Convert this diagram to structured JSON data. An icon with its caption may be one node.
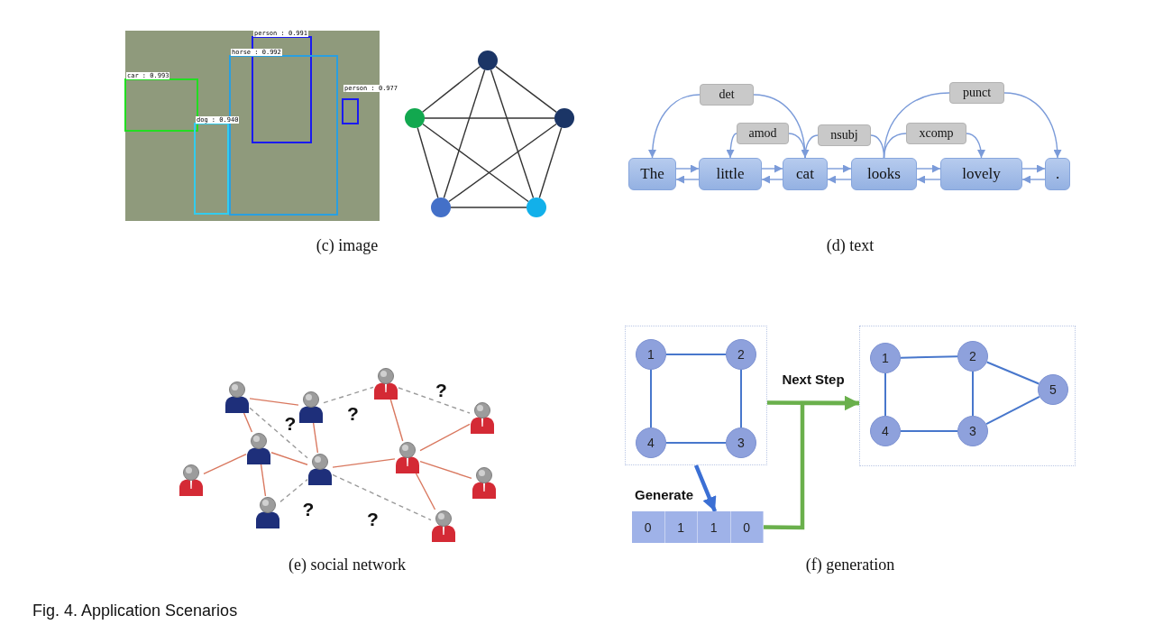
{
  "diagram": {
    "caption": "Fig. 4. Application Scenarios",
    "nodes": [
      {
        "text": [],
        "shape": "circle"
      },
      {
        "text": [],
        "shape": "circle"
      },
      {
        "text": [],
        "shape": "circle"
      },
      {
        "text": [],
        "shape": "circle"
      },
      {
        "text": [],
        "shape": "circle"
      },
      {
        "text": [
          "The"
        ]
      },
      {
        "text": [
          "little"
        ]
      },
      {
        "text": [
          "cat"
        ]
      },
      {
        "text": [
          "looks"
        ]
      },
      {
        "text": [
          "lovely"
        ]
      },
      {
        "text": [
          "."
        ]
      },
      {
        "text": [
          "det"
        ]
      },
      {
        "text": [
          "punct"
        ]
      },
      {
        "text": [
          "amod"
        ]
      },
      {
        "text": [
          "nsubj"
        ]
      },
      {
        "text": [
          "xcomp"
        ]
      },
      {
        "text": [],
        "shape": "person"
      },
      {
        "text": [],
        "shape": "person"
      },
      {
        "text": [],
        "shape": "person"
      },
      {
        "text": [],
        "shape": "person"
      },
      {
        "text": [],
        "shape": "person"
      },
      {
        "text": [],
        "shape": "person"
      },
      {
        "text": [],
        "shape": "person"
      },
      {
        "text": [],
        "shape": "person"
      },
      {
        "text": [],
        "shape": "person"
      },
      {
        "text": [],
        "shape": "person"
      },
      {
        "text": [],
        "shape": "person"
      },
      {
        "text": [],
        "shape": "box"
      },
      {
        "text": [
          "1"
        ],
        "in": 27
      },
      {
        "text": [
          "2"
        ],
        "in": 27
      },
      {
        "text": [
          "4"
        ],
        "in": 27
      },
      {
        "text": [
          "3"
        ],
        "in": 27
      },
      {
        "text": [],
        "shape": "box"
      },
      {
        "text": [
          "1"
        ],
        "in": 32
      },
      {
        "text": [
          "2"
        ],
        "in": 32
      },
      {
        "text": [
          "5"
        ],
        "in": 32
      },
      {
        "text": [
          "4"
        ],
        "in": 32
      },
      {
        "text": [
          "3"
        ],
        "in": 32
      },
      {
        "text": [],
        "shape": "bar"
      },
      {
        "text": [
          "0"
        ],
        "in": 38
      },
      {
        "text": [
          "1"
        ],
        "in": 38
      },
      {
        "text": [
          "1"
        ],
        "in": 38
      },
      {
        "text": [
          "0"
        ],
        "in": 38
      }
    ],
    "edges": [
      {
        "from": 0,
        "to": 1,
        "arrow": "none",
        "color": "#333333"
      },
      {
        "from": 0,
        "to": 2,
        "arrow": "none",
        "color": "#333333"
      },
      {
        "from": 0,
        "to": 3,
        "arrow": "none",
        "color": "#333333"
      },
      {
        "from": 0,
        "to": 4,
        "arrow": "none",
        "color": "#333333"
      },
      {
        "from": 1,
        "to": 2,
        "arrow": "none",
        "color": "#333333"
      },
      {
        "from": 1,
        "to": 3,
        "arrow": "none",
        "color": "#333333"
      },
      {
        "from": 1,
        "to": 4,
        "arrow": "none",
        "color": "#333333"
      },
      {
        "from": 2,
        "to": 3,
        "arrow": "none",
        "color": "#333333"
      },
      {
        "from": 2,
        "to": 4,
        "arrow": "none",
        "color": "#333333"
      },
      {
        "from": 3,
        "to": 4,
        "arrow": "none",
        "color": "#333333"
      },
      {
        "from": 5,
        "to": 6,
        "arrow": "to"
      },
      {
        "from": 6,
        "to": 5,
        "arrow": "to"
      },
      {
        "from": 6,
        "to": 7,
        "arrow": "to"
      },
      {
        "from": 7,
        "to": 6,
        "arrow": "to"
      },
      {
        "from": 7,
        "to": 8,
        "arrow": "to"
      },
      {
        "from": 8,
        "to": 7,
        "arrow": "to"
      },
      {
        "from": 8,
        "to": 9,
        "arrow": "to"
      },
      {
        "from": 9,
        "to": 8,
        "arrow": "to"
      },
      {
        "from": 9,
        "to": 10,
        "arrow": "to"
      },
      {
        "from": 10,
        "to": 9,
        "arrow": "to"
      },
      {
        "from": 7,
        "to": 11,
        "arrow": "none"
      },
      {
        "from": 11,
        "to": 5,
        "arrow": "to"
      },
      {
        "from": 7,
        "to": 13,
        "arrow": "none"
      },
      {
        "from": 13,
        "to": 6,
        "arrow": "to"
      },
      {
        "from": 8,
        "to": 14,
        "arrow": "none"
      },
      {
        "from": 14,
        "to": 7,
        "arrow": "to"
      },
      {
        "from": 8,
        "to": 15,
        "arrow": "none"
      },
      {
        "from": 15,
        "to": 9,
        "arrow": "to"
      },
      {
        "from": 8,
        "to": 12,
        "arrow": "none"
      },
      {
        "from": 12,
        "to": 10,
        "arrow": "to"
      },
      {
        "from": 17,
        "to": 18,
        "arrow": "none",
        "color": "#d9785f"
      },
      {
        "from": 17,
        "to": 20,
        "arrow": "none",
        "color": "#d9785f"
      },
      {
        "from": 18,
        "to": 22,
        "arrow": "none",
        "color": "#d9785f"
      },
      {
        "from": 20,
        "to": 22,
        "arrow": "none",
        "color": "#d9785f"
      },
      {
        "from": 20,
        "to": 23,
        "arrow": "none",
        "color": "#d9785f"
      },
      {
        "from": 20,
        "to": 25,
        "arrow": "none",
        "color": "#d9785f"
      },
      {
        "from": 22,
        "to": 21,
        "arrow": "none",
        "color": "#d9785f"
      },
      {
        "from": 16,
        "to": 21,
        "arrow": "none",
        "color": "#d9785f"
      },
      {
        "from": 21,
        "to": 19,
        "arrow": "none",
        "color": "#d9785f"
      },
      {
        "from": 21,
        "to": 24,
        "arrow": "none",
        "color": "#d9785f"
      },
      {
        "from": 21,
        "to": 26,
        "arrow": "none",
        "color": "#d9785f"
      },
      {
        "from": 17,
        "to": 22,
        "arrow": "none",
        "label": "?",
        "style": "dashed",
        "color": "#9a9a9a"
      },
      {
        "from": 18,
        "to": 16,
        "arrow": "none",
        "label": "?",
        "style": "dashed",
        "color": "#9a9a9a"
      },
      {
        "from": 16,
        "to": 19,
        "arrow": "none",
        "label": "?",
        "style": "dashed",
        "color": "#9a9a9a"
      },
      {
        "from": 25,
        "to": 22,
        "arrow": "none",
        "label": "?",
        "style": "dashed",
        "color": "#9a9a9a"
      },
      {
        "from": 22,
        "to": 26,
        "arrow": "none",
        "label": "?",
        "style": "dashed",
        "color": "#9a9a9a"
      },
      {
        "from": 28,
        "to": 29,
        "arrow": "none",
        "color": "#4877cc"
      },
      {
        "from": 29,
        "to": 31,
        "arrow": "none",
        "color": "#4877cc"
      },
      {
        "from": 31,
        "to": 30,
        "arrow": "none",
        "color": "#4877cc"
      },
      {
        "from": 30,
        "to": 28,
        "arrow": "none",
        "color": "#4877cc"
      },
      {
        "from": 33,
        "to": 34,
        "arrow": "none",
        "color": "#4877cc"
      },
      {
        "from": 34,
        "to": 37,
        "arrow": "none",
        "color": "#4877cc"
      },
      {
        "from": 37,
        "to": 36,
        "arrow": "none",
        "color": "#4877cc"
      },
      {
        "from": 36,
        "to": 33,
        "arrow": "none",
        "color": "#4877cc"
      },
      {
        "from": 34,
        "to": 35,
        "arrow": "none",
        "color": "#4877cc"
      },
      {
        "from": 37,
        "to": 35,
        "arrow": "none",
        "color": "#4877cc"
      },
      {
        "from": 27,
        "to": 38,
        "arrow": "to",
        "label": "Generate",
        "style": "thick",
        "color": "#3b6fd4"
      },
      {
        "from": 27,
        "to": 32,
        "arrow": "to",
        "label": "Next Step",
        "style": "thick",
        "color": "#6ab04c"
      },
      {
        "from": 38,
        "to": 32,
        "arrow": "to",
        "style": "thick",
        "color": "#6ab04c"
      }
    ],
    "labels": [
      "person : 0.991",
      "horse : 0.992",
      "car : 0.993",
      "person : 0.977",
      "dog : 0.940",
      "(c) image",
      "(d) text",
      "(e) social network",
      "(f) generation"
    ]
  }
}
